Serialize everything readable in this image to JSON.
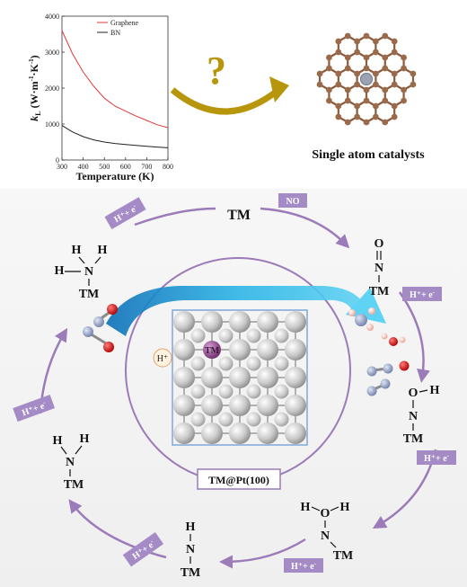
{
  "top": {
    "chart_data": {
      "type": "line",
      "ylabel": "k_L (W·m⁻¹·K⁻¹)",
      "ylabel_main": "k",
      "ylabel_sub": "L",
      "ylabel_rest": " (W·m",
      "ylabel_sup1": "-1",
      "ylabel_mid": "·K",
      "ylabel_sup2": "-1",
      "ylabel_end": ")",
      "xlabel": "Temperature (K)",
      "xlim": [
        300,
        800
      ],
      "ylim": [
        0,
        4000
      ],
      "xticks": [
        "300",
        "400",
        "500",
        "600",
        "700",
        "800"
      ],
      "yticks": [
        "0",
        "1000",
        "2000",
        "3000",
        "4000"
      ],
      "legend_position": "top-right",
      "series": [
        {
          "name": "Graphene",
          "color": "#e03a3a",
          "x": [
            300,
            350,
            400,
            450,
            500,
            550,
            600,
            650,
            700,
            750,
            800
          ],
          "y": [
            3600,
            2950,
            2450,
            2050,
            1720,
            1500,
            1360,
            1220,
            1100,
            980,
            900
          ]
        },
        {
          "name": "BN",
          "color": "#222222",
          "x": [
            300,
            350,
            400,
            450,
            500,
            550,
            600,
            650,
            700,
            750,
            800
          ],
          "y": [
            960,
            780,
            650,
            560,
            500,
            460,
            430,
            405,
            380,
            360,
            340
          ]
        }
      ]
    },
    "question_mark": "?",
    "single_atom_label": "Single atom catalysts"
  },
  "cycle": {
    "center_label": "TM@Pt(100)",
    "tm_symbol": "TM",
    "hplus": "H⁺",
    "no_label": "NO",
    "step_label_main": "H⁺+ e",
    "step_label_sup": "-",
    "species": {
      "tm_top": "TM",
      "no_O": "O",
      "no_N": "N",
      "no_TM": "TM",
      "noh_O": "O",
      "noh_H": "H",
      "noh_N": "N",
      "noh_TM": "TM",
      "hnoh_H1": "H",
      "hnoh_O": "O",
      "hnoh_H2": "H",
      "hnoh_N": "N",
      "hnoh_TM": "TM",
      "nh_H": "H",
      "nh_N": "N",
      "nh_TM": "TM",
      "nh2_H1": "H",
      "nh2_H2": "H",
      "nh2_N": "N",
      "nh2_TM": "TM",
      "nh3_H1": "H",
      "nh3_H2": "H",
      "nh3_H3": "H",
      "nh3_N": "N",
      "nh3_TM": "TM"
    },
    "colors": {
      "ring": "#9b7bb8",
      "label_box": "#a58bc6",
      "arrow_blue": "#1a9fd9",
      "pt_atom": "#c8c8c8",
      "tm_atom": "#8a3f86",
      "graphene_atom": "#9a6a4a",
      "gold_arrow": "#b8960c"
    }
  }
}
